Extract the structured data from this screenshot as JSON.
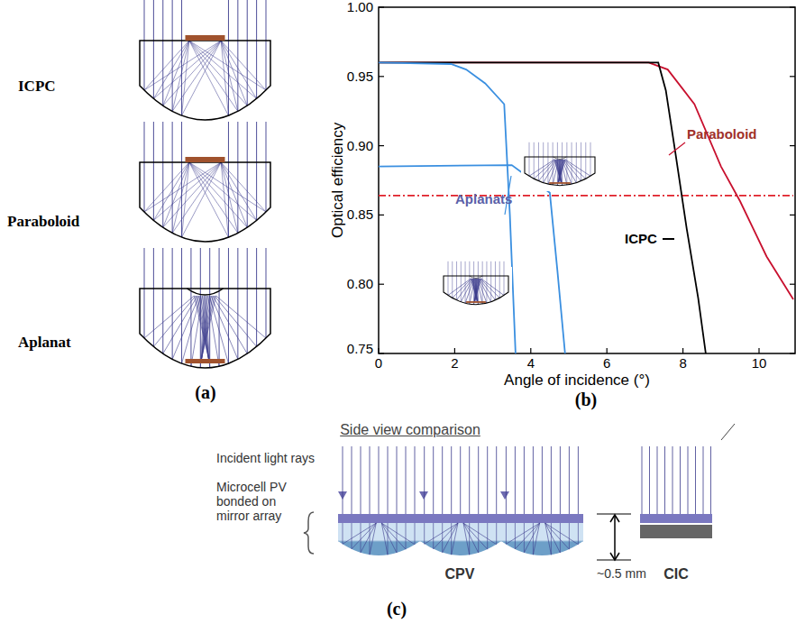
{
  "diagram": {
    "labels": [
      "ICPC",
      "Paraboloid",
      "Aplanat",
      "(a)",
      "1.00",
      "0.95",
      "0.90",
      "0.85",
      "0.80",
      "0.75",
      "Optical efficiency",
      "0",
      "2",
      "4",
      "6",
      "8",
      "10",
      "Angle of incidence (°)",
      "Paraboloid",
      "Aplanats",
      "ICPC",
      "(b)",
      "Side view comparison",
      "Incident light rays",
      "Microcell PV bonded on mirror array",
      "CPV",
      "~0.5 mm",
      "CIC",
      "(c)"
    ]
  }
}
